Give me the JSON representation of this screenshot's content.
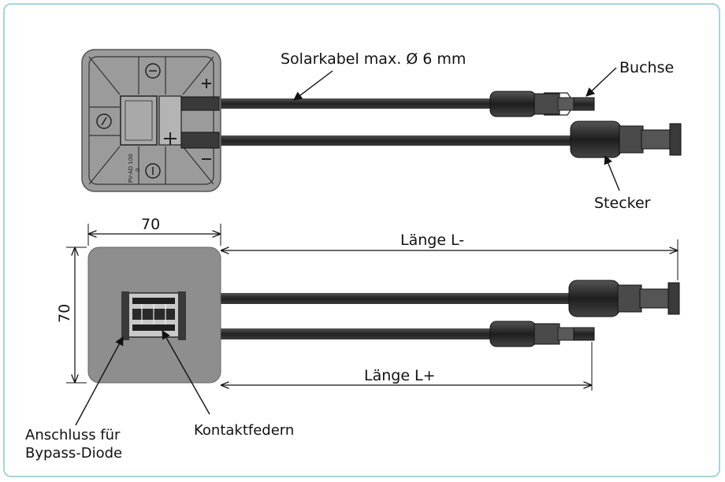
{
  "labels": {
    "cable": "Solarkabel max. Ø 6 mm",
    "socket": "Buchse",
    "plug": "Stecker",
    "width": "70",
    "height": "70",
    "length_minus": "Länge L-",
    "length_plus": "Länge L+",
    "bypass_line1": "Anschluss für",
    "bypass_line2": "Bypass-Diode",
    "springs": "Kontaktfedern"
  },
  "box_markings": {
    "model_line1": "PV-AD 100",
    "model_line2": "0"
  },
  "colors": {
    "frame_border": "#a7d3dd",
    "box_fill": "#9b9b9b",
    "box_bottom_fill": "#8e8e8e",
    "cable": "#2b2b2b",
    "connector": "#3a3a3a",
    "ink": "#111111"
  }
}
